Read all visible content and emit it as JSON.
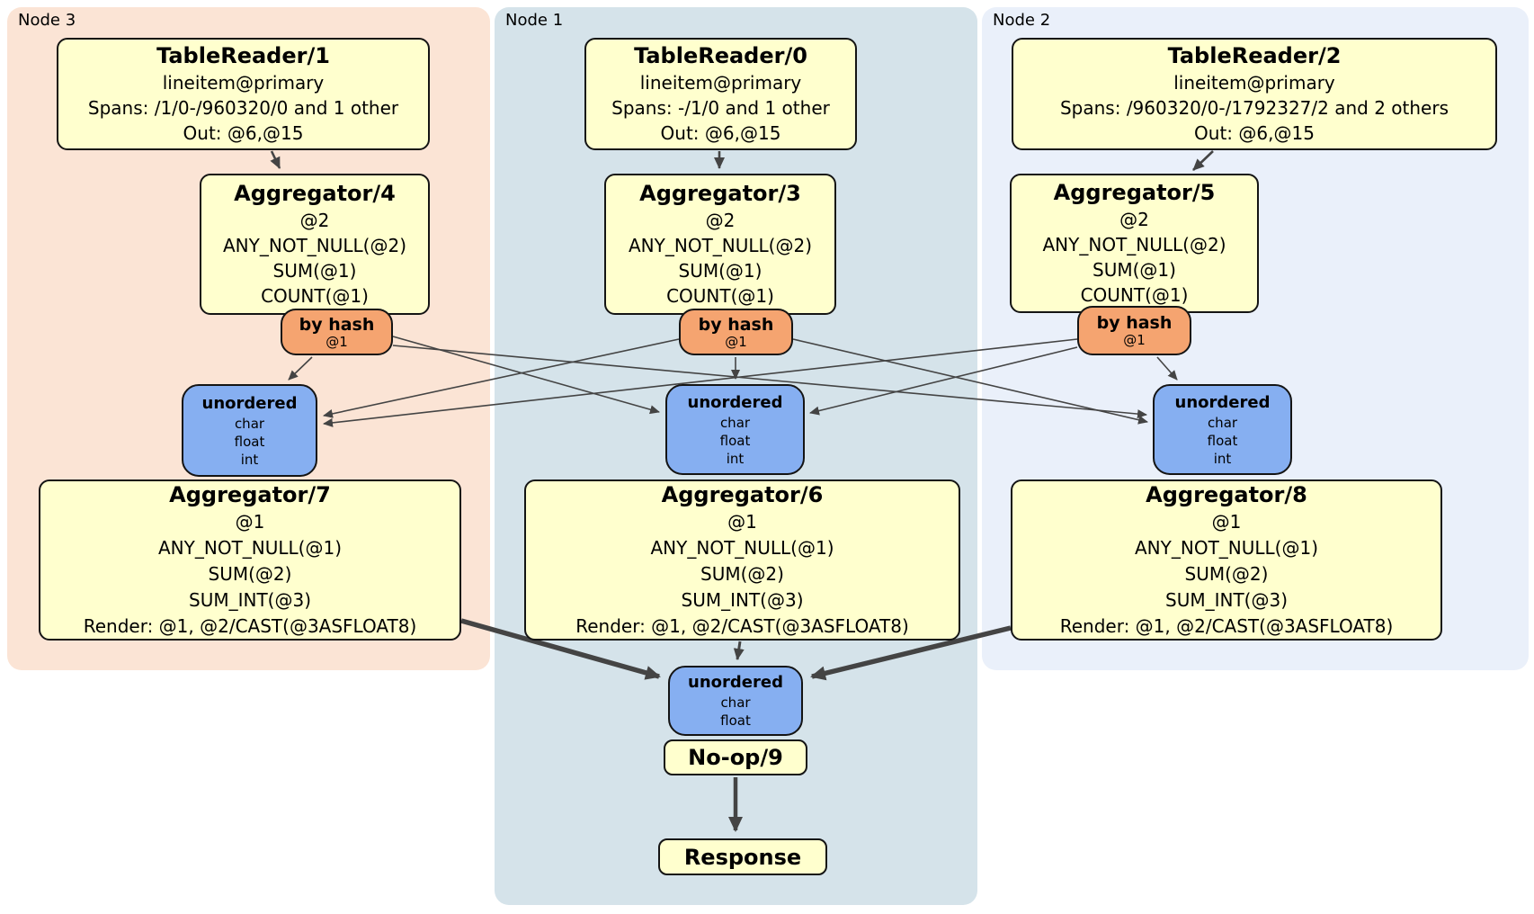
{
  "colors": {
    "node3_bg": "#FBE4D5",
    "node1_bg": "#D5E3EA",
    "node2_bg": "#EAF0FA",
    "processor_fill": "#FFFFCE",
    "router_fill": "#F5A470",
    "sync_fill": "#86AFF1",
    "edge": "#444444",
    "border": "#141414"
  },
  "node3": {
    "label": "Node 3",
    "reader": {
      "title": "TableReader/1",
      "lines": [
        "lineitem@primary",
        "Spans: /1/0-/960320/0 and 1 other",
        "Out: @6,@15"
      ]
    },
    "agg_top": {
      "title": "Aggregator/4",
      "lines": [
        "@2",
        "ANY_NOT_NULL(@2)",
        "SUM(@1)",
        "COUNT(@1)"
      ]
    },
    "router": {
      "title": "by hash",
      "sub": "@1"
    },
    "sync": {
      "title": "unordered",
      "lines": [
        "char",
        "float",
        "int"
      ]
    },
    "agg_bottom": {
      "title": "Aggregator/7",
      "lines": [
        "@1",
        "ANY_NOT_NULL(@1)",
        "SUM(@2)",
        "SUM_INT(@3)",
        "Render: @1, @2/CAST(@3ASFLOAT8)"
      ]
    }
  },
  "node1": {
    "label": "Node 1",
    "reader": {
      "title": "TableReader/0",
      "lines": [
        "lineitem@primary",
        "Spans: -/1/0 and 1 other",
        "Out: @6,@15"
      ]
    },
    "agg_top": {
      "title": "Aggregator/3",
      "lines": [
        "@2",
        "ANY_NOT_NULL(@2)",
        "SUM(@1)",
        "COUNT(@1)"
      ]
    },
    "router": {
      "title": "by hash",
      "sub": "@1"
    },
    "sync": {
      "title": "unordered",
      "lines": [
        "char",
        "float",
        "int"
      ]
    },
    "agg_bottom": {
      "title": "Aggregator/6",
      "lines": [
        "@1",
        "ANY_NOT_NULL(@1)",
        "SUM(@2)",
        "SUM_INT(@3)",
        "Render: @1, @2/CAST(@3ASFLOAT8)"
      ]
    },
    "final_sync": {
      "title": "unordered",
      "lines": [
        "char",
        "float"
      ]
    },
    "noop": {
      "title": "No-op/9"
    },
    "response": {
      "title": "Response"
    }
  },
  "node2": {
    "label": "Node 2",
    "reader": {
      "title": "TableReader/2",
      "lines": [
        "lineitem@primary",
        "Spans: /960320/0-/1792327/2 and 2 others",
        "Out: @6,@15"
      ]
    },
    "agg_top": {
      "title": "Aggregator/5",
      "lines": [
        "@2",
        "ANY_NOT_NULL(@2)",
        "SUM(@1)",
        "COUNT(@1)"
      ]
    },
    "router": {
      "title": "by hash",
      "sub": "@1"
    },
    "sync": {
      "title": "unordered",
      "lines": [
        "char",
        "float",
        "int"
      ]
    },
    "agg_bottom": {
      "title": "Aggregator/8",
      "lines": [
        "@1",
        "ANY_NOT_NULL(@1)",
        "SUM(@2)",
        "SUM_INT(@3)",
        "Render: @1, @2/CAST(@3ASFLOAT8)"
      ]
    }
  }
}
